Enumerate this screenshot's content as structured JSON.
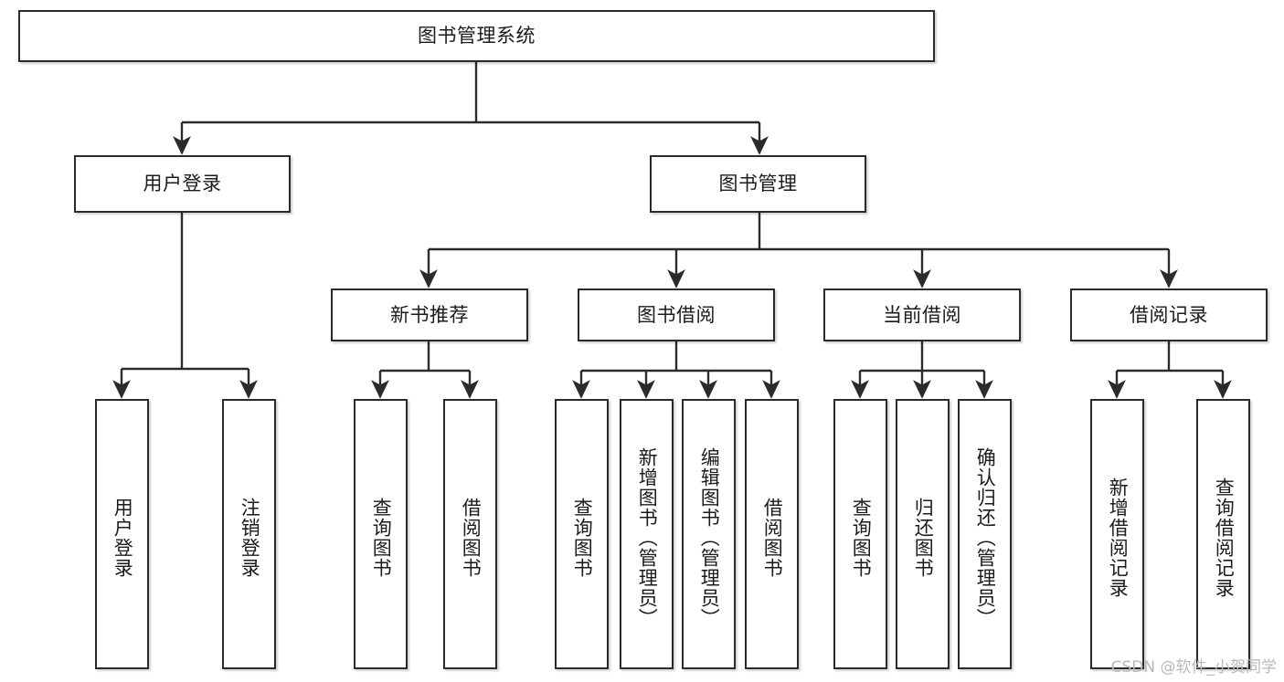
{
  "diagram": {
    "title": "图书管理系统",
    "type": "tree-hierarchy-chart",
    "watermark": "CSDN @软件_小贺同学",
    "colors": {
      "box_border": "#2b2b2b",
      "box_fill": "#ffffff",
      "edge": "#2b2b2b",
      "text": "#1b1b1b",
      "watermark": "#b9b9b9",
      "background": "#ffffff"
    }
  },
  "nodes": {
    "root": {
      "label": "图书管理系统"
    },
    "level2": [
      {
        "label": "用户登录"
      },
      {
        "label": "图书管理"
      }
    ],
    "level3": [
      {
        "label": "新书推荐"
      },
      {
        "label": "图书借阅"
      },
      {
        "label": "当前借阅"
      },
      {
        "label": "借阅记录"
      }
    ],
    "leaves": {
      "user_login": [
        {
          "label": "用户登录"
        },
        {
          "label": "注销登录"
        }
      ],
      "new_book_recommend": [
        {
          "label": "查询图书"
        },
        {
          "label": "借阅图书"
        }
      ],
      "book_borrow": [
        {
          "label": "查询图书"
        },
        {
          "label": "新增图书（管理员）"
        },
        {
          "label": "编辑图书（管理员）"
        },
        {
          "label": "借阅图书"
        }
      ],
      "current_borrow": [
        {
          "label": "查询图书"
        },
        {
          "label": "归还图书"
        },
        {
          "label": "确认归还（管理员）"
        }
      ],
      "borrow_records": [
        {
          "label": "新增借阅记录"
        },
        {
          "label": "查询借阅记录"
        }
      ]
    }
  }
}
